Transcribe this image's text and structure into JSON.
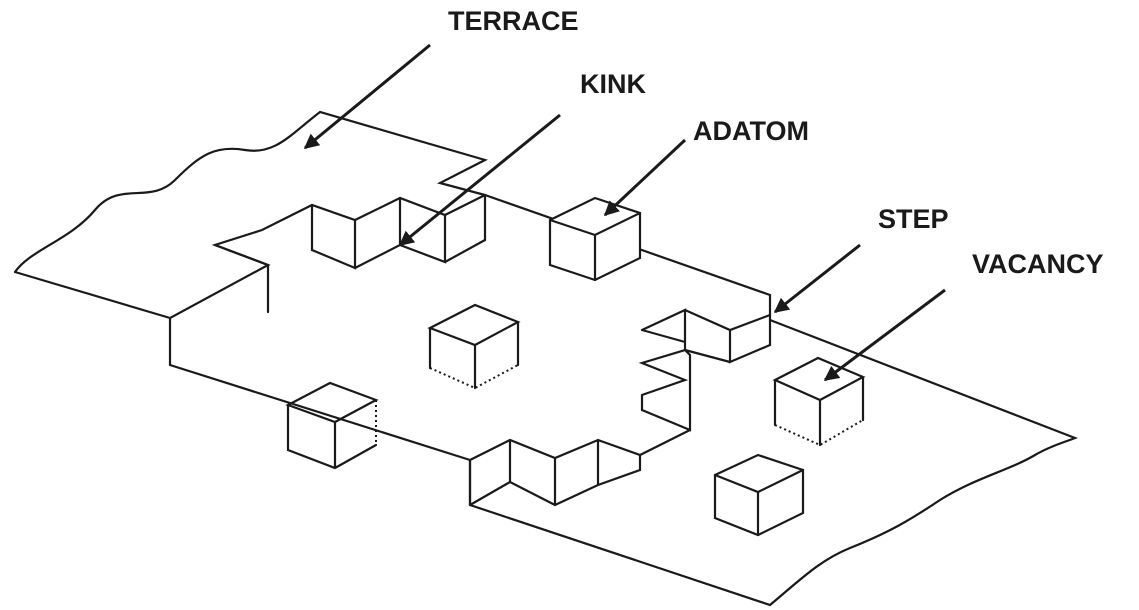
{
  "labels": {
    "terrace": "TERRACE",
    "kink": "KINK",
    "adatom": "ADATOM",
    "step": "STEP",
    "vacancy": "VACANCY"
  },
  "colors": {
    "ink": "#1a1a1a",
    "background": "#ffffff"
  }
}
